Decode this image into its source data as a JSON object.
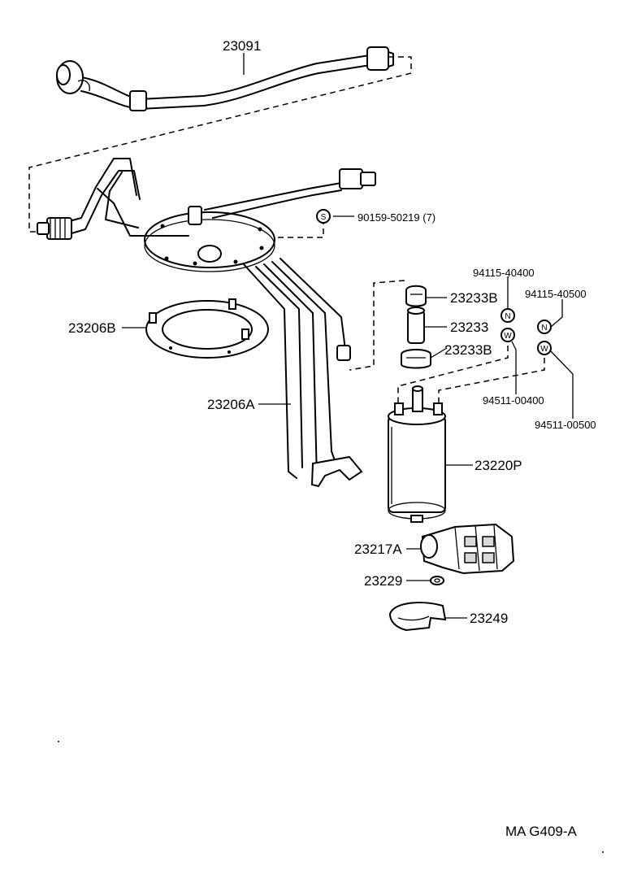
{
  "parts": {
    "p23091": "23091",
    "p90159": "90159-50219 (7)",
    "p23206B": "23206B",
    "p23206A": "23206A",
    "p94115_40400": "94115-40400",
    "p94115_40500": "94115-40500",
    "p23233B_top": "23233B",
    "p23233": "23233",
    "p23233B_bottom": "23233B",
    "p94511_00400": "94511-00400",
    "p94511_00500": "94511-00500",
    "p23220P": "23220P",
    "p23217A": "23217A",
    "p23229": "23229",
    "p23249": "23249"
  },
  "symbols": {
    "s": "S",
    "n": "N",
    "w": "W"
  },
  "footer": {
    "code": "MA G409-A"
  }
}
